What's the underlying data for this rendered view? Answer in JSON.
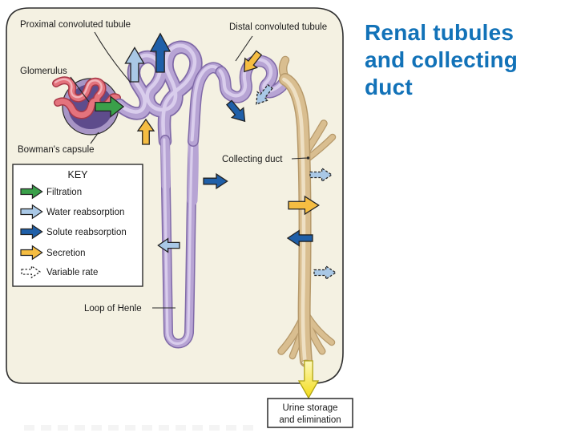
{
  "slide": {
    "title_lines": [
      "Renal tubules",
      "and collecting",
      "duct"
    ],
    "title_color": "#1272b8",
    "background": "#ffffff"
  },
  "diagram": {
    "panel_background": "#f4f1e2",
    "panel_border": "#2e2e2e",
    "labels": {
      "proximal_convoluted_tubule": "Proximal convoluted tubule",
      "glomerulus": "Glomerulus",
      "bowmans_capsule": "Bowman's capsule",
      "distal_convoluted_tubule": "Distal convoluted tubule",
      "collecting_duct": "Collecting duct",
      "loop_of_henle": "Loop of Henle"
    },
    "urine_box": {
      "line1": "Urine storage",
      "line2": "and elimination"
    },
    "key": {
      "title": "KEY",
      "items": [
        {
          "label": "Filtration",
          "color": "#3aa04a",
          "style": "solid"
        },
        {
          "label": "Water reabsorption",
          "color": "#a9c8e6",
          "style": "solid"
        },
        {
          "label": "Solute reabsorption",
          "color": "#1f5fa8",
          "style": "solid"
        },
        {
          "label": "Secretion",
          "color": "#f5bd42",
          "style": "solid"
        },
        {
          "label": "Variable rate",
          "color": "#ffffff",
          "style": "dashed"
        }
      ]
    },
    "arrow_colors": {
      "filtration": "#3aa04a",
      "water_reabsorption": "#a9c8e6",
      "solute_reabsorption": "#1f5fa8",
      "secretion": "#f5bd42",
      "urine_flow_gradient": [
        "#fdf8bb",
        "#f3dc17"
      ]
    },
    "art_colors": {
      "tubule_purple": "#b7a4d4",
      "tubule_purple_edge": "#806aa8",
      "capsule_ring": "#a795c5",
      "capsule_interior": "#5e4c8c",
      "glomerulus_red": "#e4737d",
      "glomerulus_red_edge": "#a83848",
      "collecting_duct_tan": "#d9be90",
      "collecting_duct_edge": "#b6996a"
    }
  }
}
